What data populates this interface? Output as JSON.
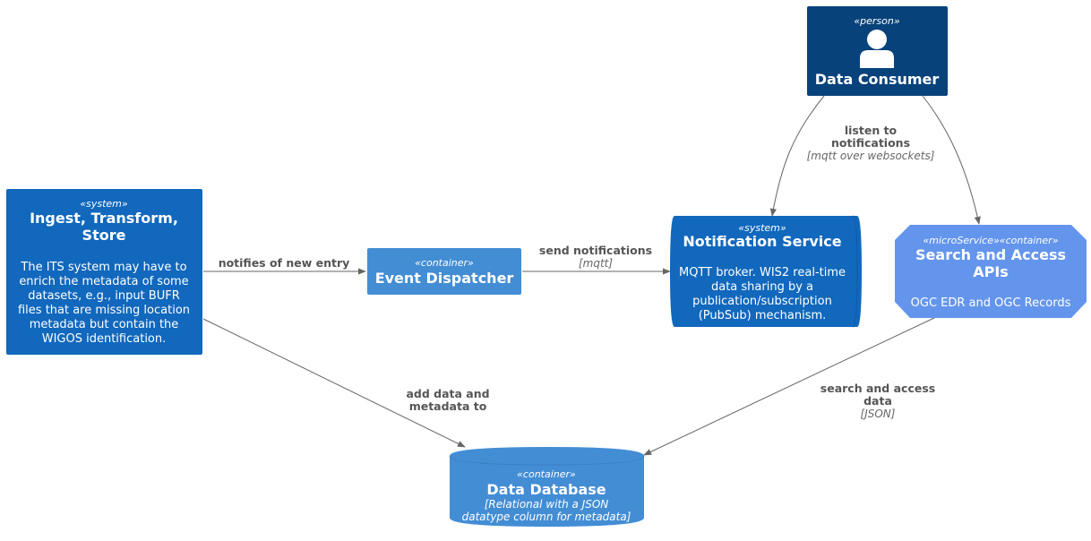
{
  "colors": {
    "person": "#08427B",
    "system": "#1168BD",
    "container": "#438DD5",
    "microservice": "#6495ED",
    "edge": "#666666"
  },
  "nodes": {
    "consumer": {
      "stereotype": "«person»",
      "title": "Data Consumer",
      "icon": "person-icon"
    },
    "ingest": {
      "stereotype": "«system»",
      "title_lines": [
        "Ingest, Transform,",
        "Store"
      ],
      "desc_lines": [
        "The ITS system may have to",
        "enrich the metadata of some",
        "datasets, e.g., input BUFR",
        "files that are missing location",
        "metadata but contain the",
        "WIGOS identification."
      ]
    },
    "dispatcher": {
      "stereotype": "«container»",
      "title": "Event Dispatcher"
    },
    "notification": {
      "stereotype": "«system»",
      "title": "Notification Service",
      "desc_lines": [
        "MQTT broker. WIS2 real-time",
        "data sharing by a",
        "publication/subscription",
        "(PubSub) mechanism."
      ]
    },
    "search": {
      "stereotype": "«microService»«container»",
      "title_lines": [
        "Search and Access",
        "APIs"
      ],
      "desc": "OGC EDR and OGC Records"
    },
    "database": {
      "stereotype": "«container»",
      "title": "Data Database",
      "tech_lines": [
        "[Relational with a JSON",
        "datatype column for metadata]"
      ]
    }
  },
  "edges": {
    "notifies": {
      "label": "notifies of new entry"
    },
    "send": {
      "label": "send notifications",
      "tech": "[mqtt]"
    },
    "listen": {
      "label_lines": [
        "listen to",
        "notifications"
      ],
      "tech": "[mqtt over websockets]"
    },
    "add": {
      "label_lines": [
        "add data and",
        "metadata to"
      ]
    },
    "searchdata": {
      "label_lines": [
        "search and access",
        "data"
      ],
      "tech": "[JSON]"
    }
  }
}
